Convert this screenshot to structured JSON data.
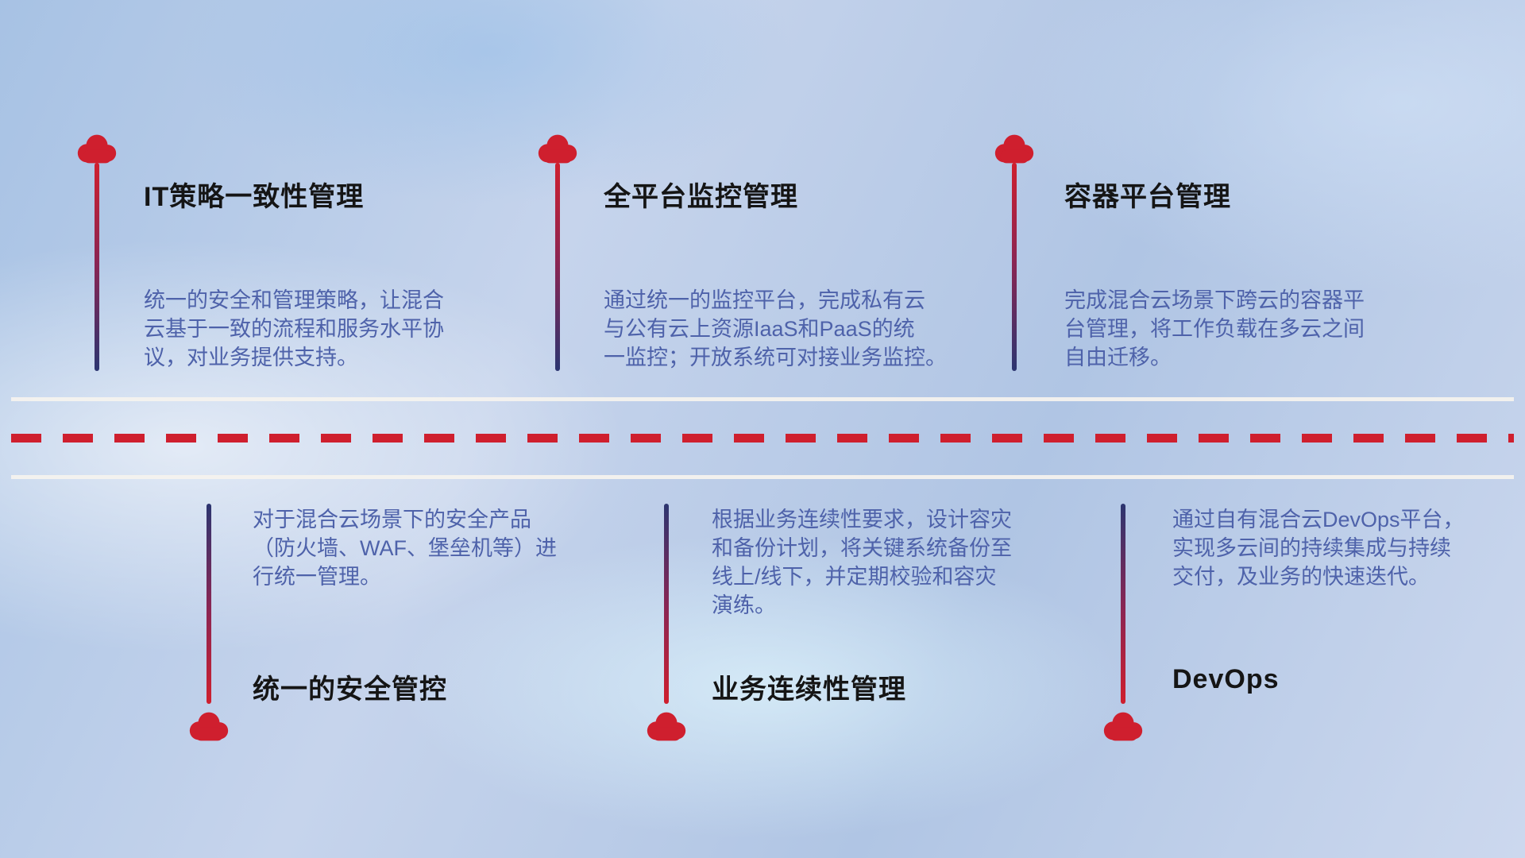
{
  "colors": {
    "cloud_red": "#cf1f2e",
    "stem_navy": "#2c3570",
    "description_blue": "#4e62aa",
    "title_dark": "#151515",
    "road_white": "#f4f2ee"
  },
  "top_items": [
    {
      "title": "IT策略一致性管理",
      "desc": "统一的安全和管理策略，让混合\n云基于一致的流程和服务水平协\n议，对业务提供支持。"
    },
    {
      "title": "全平台监控管理",
      "desc": "通过统一的监控平台，完成私有云\n与公有云上资源IaaS和PaaS的统\n一监控；开放系统可对接业务监控。"
    },
    {
      "title": "容器平台管理",
      "desc": "完成混合云场景下跨云的容器平\n台管理，将工作负载在多云之间\n自由迁移。"
    }
  ],
  "bottom_items": [
    {
      "title": "统一的安全管控",
      "desc": "对于混合云场景下的安全产品\n（防火墙、WAF、堡垒机等）进\n行统一管理。"
    },
    {
      "title": "业务连续性管理",
      "desc": "根据业务连续性要求，设计容灾\n和备份计划，将关键系统备份至\n线上/线下，并定期校验和容灾\n演练。"
    },
    {
      "title": "DevOps",
      "desc": "通过自有混合云DevOps平台，\n实现多云间的持续集成与持续\n交付，及业务的快速迭代。"
    }
  ]
}
